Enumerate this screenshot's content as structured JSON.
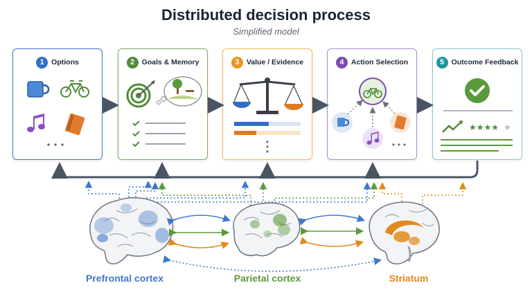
{
  "title": "Distributed decision process",
  "subtitle": "Simplified model",
  "stages": [
    {
      "num": "1",
      "label": "Options",
      "color": "#2f6fc7",
      "icons": [
        "mug-icon",
        "bicycle-icon",
        "music-note-icon",
        "book-icon"
      ]
    },
    {
      "num": "2",
      "label": "Goals & Memory",
      "color": "#4e8a3a",
      "icons": [
        "target-icon",
        "memory-thought-icon",
        "checklist-icon"
      ]
    },
    {
      "num": "3",
      "label": "Value / Evidence",
      "color": "#e8961e",
      "icons": [
        "balance-scale-icon",
        "evidence-bars-icon"
      ]
    },
    {
      "num": "4",
      "label": "Action Selection",
      "color": "#7a4bb0",
      "icons": [
        "bicycle-icon",
        "mug-icon",
        "music-note-icon",
        "book-icon"
      ]
    },
    {
      "num": "5",
      "label": "Outcome Feedback",
      "color": "#23929e",
      "icons": [
        "check-icon",
        "trend-icon",
        "stars-icon"
      ]
    }
  ],
  "brain_regions": [
    {
      "label": "Prefrontal cortex",
      "color": "#3f78c9"
    },
    {
      "label": "Parietal cortex",
      "color": "#5b9a3c"
    },
    {
      "label": "Striatum",
      "color": "#e08a1e"
    }
  ],
  "colors": {
    "arrow": "#4a5563",
    "feedback": "#4a5563"
  }
}
